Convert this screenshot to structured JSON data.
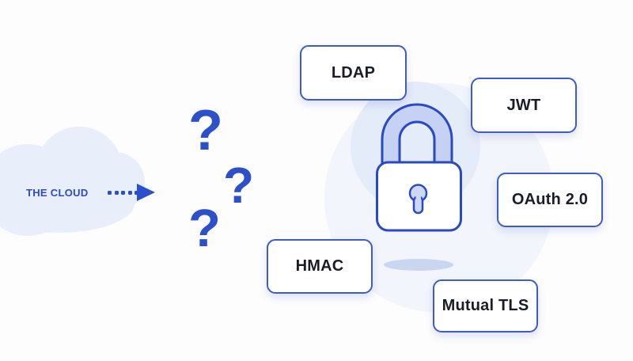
{
  "cloud": {
    "label": "THE CLOUD"
  },
  "question_marks": [
    "?",
    "?",
    "?"
  ],
  "auth_labels": [
    {
      "text": "LDAP"
    },
    {
      "text": "JWT"
    },
    {
      "text": "OAuth 2.0"
    },
    {
      "text": "HMAC"
    },
    {
      "text": "Mutual TLS"
    }
  ],
  "icons": {
    "cloud": "cloud-icon",
    "arrow": "dotted-arrow-icon",
    "lock": "padlock-icon"
  },
  "colors": {
    "background": "#fdfdfe",
    "accent_blue": "#2b50c9",
    "box_border_blue": "#3e5cc7",
    "label_text": "#191d29",
    "cloud_fill": "#e9eefb",
    "cloud_label": "#2e4ac1",
    "lock_outline": "#2a49c5",
    "shackle_fill": "#c5d2f4",
    "keyhole_fill": "#ccd8f6",
    "shadow_fill": "#c9d6f2",
    "bg_circle": "#f2f5fb",
    "halo_circle": "#e4ebf9"
  }
}
